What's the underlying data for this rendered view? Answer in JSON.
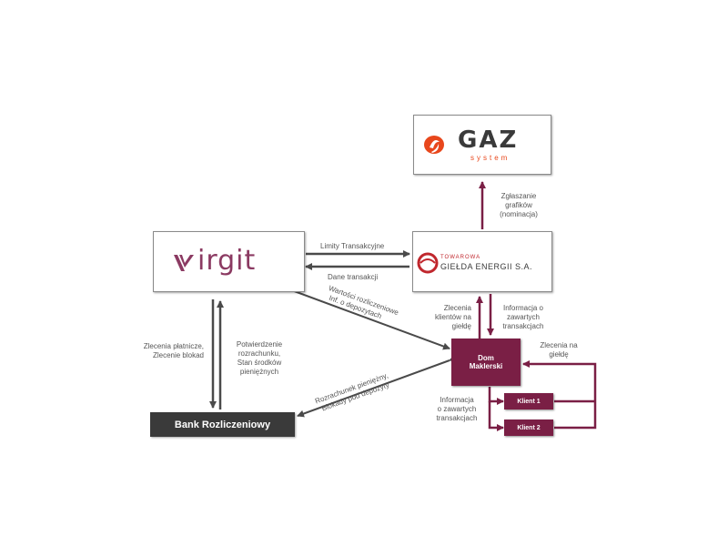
{
  "nodes": {
    "gaz_system": {
      "logo_main": "GAZ",
      "logo_sub": "system"
    },
    "irgit": {
      "logo_text": "irgit"
    },
    "tge": {
      "logo_line1": "TOWAROWA",
      "logo_line2": "GIEŁDA ENERGII S.A."
    },
    "bank": {
      "label": "Bank Rozliczeniowy"
    },
    "dom_maklerski": {
      "line1": "Dom",
      "line2": "Maklerski"
    },
    "klient1": {
      "label": "Klient 1"
    },
    "klient2": {
      "label": "Klient 2"
    }
  },
  "edges": {
    "zglaszanie": {
      "line1": "Zgłaszanie",
      "line2": "grafików",
      "line3": "(nominacja)"
    },
    "limity": {
      "label": "Limity Transakcyjne"
    },
    "dane": {
      "label": "Dane transakcji"
    },
    "wartosci": {
      "line1": "Wartości rozliczeniowe",
      "line2": "Inf. o depozytach"
    },
    "zlecenia_klientow": {
      "line1": "Zlecenia",
      "line2": "klientów na",
      "line3": "giełdę"
    },
    "informacja_tge": {
      "line1": "Informacja o",
      "line2": "zawartych",
      "line3": "transakcjach"
    },
    "zlecenia_platnicze": {
      "line1": "Zlecenia płatnicze,",
      "line2": "Zlecenie blokad"
    },
    "potwierdzenie": {
      "line1": "Potwierdzenie",
      "line2": "rozrachunku,",
      "line3": "Stan środków",
      "line4": "pieniężnych"
    },
    "rozrachunek": {
      "line1": "Rozrachunek pieniężny,",
      "line2": "Blokady pod depozyty"
    },
    "zlecenia_gielde": {
      "line1": "Zlecenia na",
      "line2": "giełdę"
    },
    "informacja_dm": {
      "line1": "Informacja",
      "line2": "o zawartych",
      "line3": "transakcjach"
    }
  },
  "colors": {
    "maroon": "#7a1f45",
    "dark_gray": "#3a3a3a",
    "arrow_gray": "#4a4a4a",
    "gaz_orange": "#e8471c"
  }
}
